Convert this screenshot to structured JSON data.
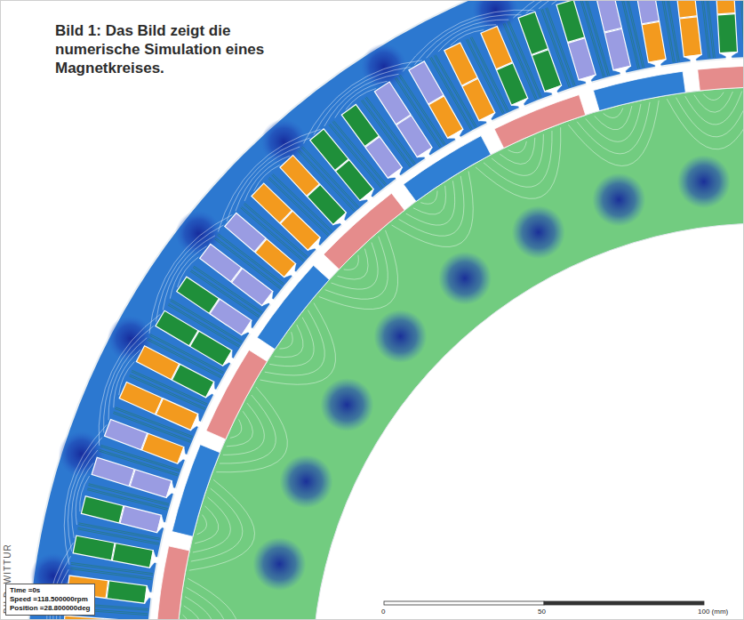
{
  "diagram": {
    "caption": "Bild 1: Das Bild zeigt die numerische Simulation eines Magnetkreises.",
    "nodes": [
      {
        "text": [
          "Time =0s",
          "Speed =118.500000rpm",
          "Position =28.800000deg"
        ]
      }
    ],
    "labels": [
      "BILD: WITTUR",
      "0",
      "50",
      "100 (mm)"
    ]
  }
}
